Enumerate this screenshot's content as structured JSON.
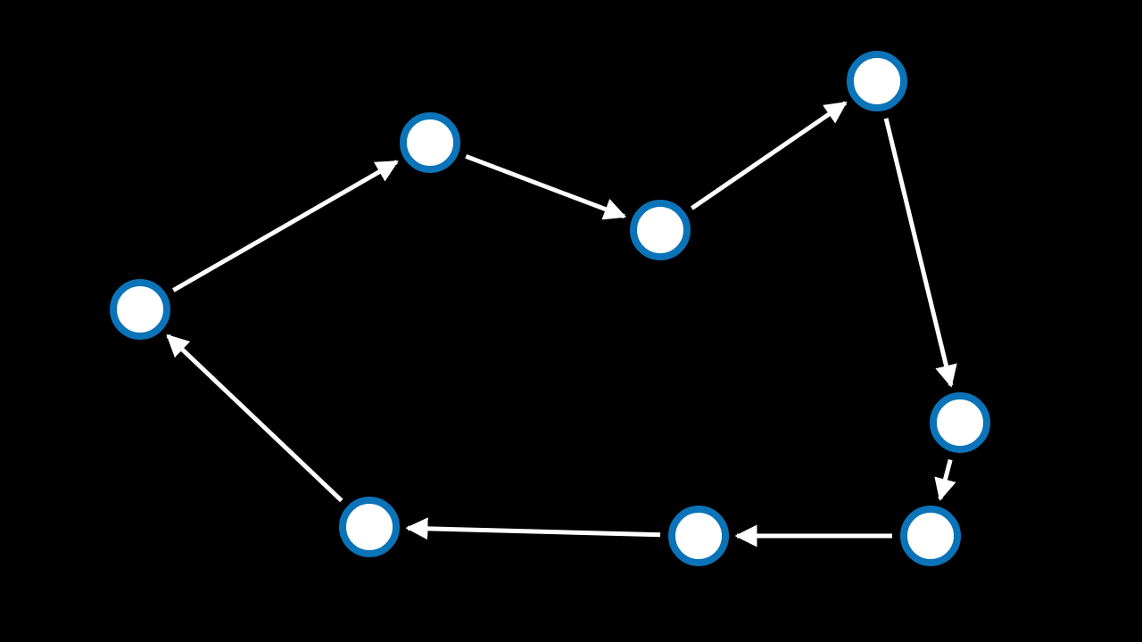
{
  "diagram": {
    "type": "directed-cycle-graph",
    "colors": {
      "background": "#000000",
      "node_fill": "#ffffff",
      "node_border": "#0b73b8",
      "edge": "#ffffff"
    },
    "nodes": [
      {
        "id": "n1"
      },
      {
        "id": "n2"
      },
      {
        "id": "n3"
      },
      {
        "id": "n4"
      },
      {
        "id": "n5"
      },
      {
        "id": "n6"
      },
      {
        "id": "n7"
      },
      {
        "id": "n8"
      }
    ],
    "edges": [
      {
        "from": "n1",
        "to": "n2"
      },
      {
        "from": "n2",
        "to": "n3"
      },
      {
        "from": "n3",
        "to": "n4"
      },
      {
        "from": "n4",
        "to": "n5"
      },
      {
        "from": "n5",
        "to": "n6"
      },
      {
        "from": "n6",
        "to": "n7"
      },
      {
        "from": "n7",
        "to": "n8"
      },
      {
        "from": "n8",
        "to": "n1"
      }
    ]
  }
}
